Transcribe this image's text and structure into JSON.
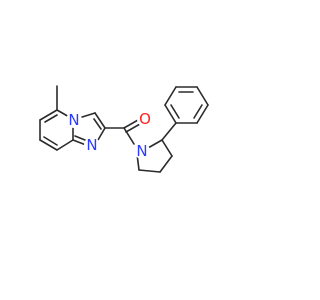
{
  "atoms": {
    "nitrogen_bridge": {
      "symbol": "N",
      "color": "#2B3BFF"
    },
    "nitrogen_ring": {
      "symbol": "N",
      "color": "#2B3BFF"
    },
    "oxygen": {
      "symbol": "O",
      "color": "#FF1F1F"
    },
    "nitrogen_amide": {
      "symbol": "N",
      "color": "#2B3BFF"
    }
  },
  "colors": {
    "bond": "#2B2B2B",
    "background": "#FFFFFF"
  }
}
